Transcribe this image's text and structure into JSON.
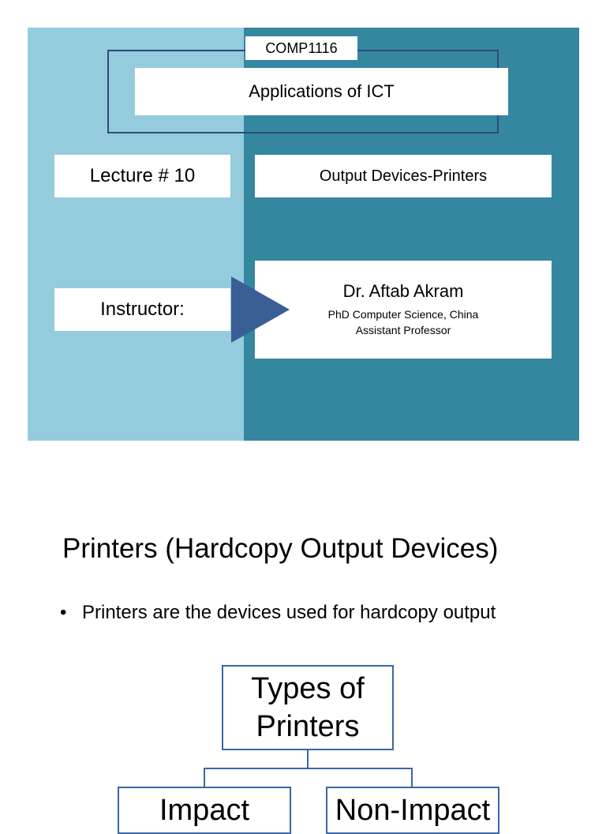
{
  "title_slide": {
    "course_code": "COMP1116",
    "course_title": "Applications of ICT",
    "lecture_label": "Lecture # 10",
    "topic": "Output Devices-Printers",
    "instructor_label": "Instructor:",
    "instructor_name": "Dr. Aftab Akram",
    "instructor_degree": "PhD Computer Science, China",
    "instructor_position": "Assistant Professor",
    "colors": {
      "left_panel": "#95ccdd",
      "right_panel": "#34879f",
      "arrow": "#3a5f94"
    }
  },
  "content_slide": {
    "title": "Printers (Hardcopy Output Devices)",
    "bullets": [
      "Printers are the devices used for hardcopy output"
    ],
    "bullet_symbol": "•",
    "diagram": {
      "root": "Types of Printers",
      "children": [
        "Impact",
        "Non-Impact"
      ]
    }
  }
}
